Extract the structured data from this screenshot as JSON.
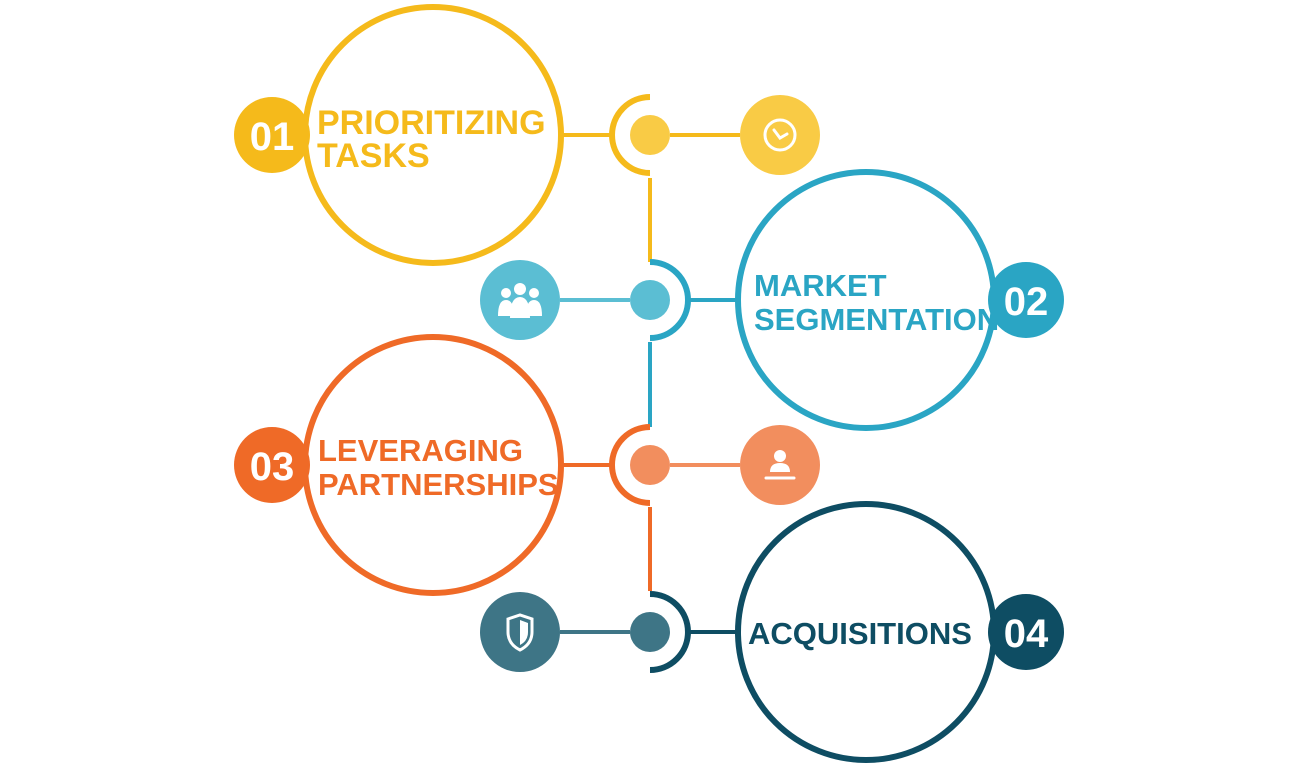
{
  "colors": {
    "yellow": "#F5BA1B",
    "yellow_light": "#F9CB45",
    "teal": "#2AA5C4",
    "teal_light": "#5BBED3",
    "orange": "#EF6A27",
    "orange_light": "#F28E5E",
    "navy": "#0E4D63",
    "navy_light": "#3E7586"
  },
  "items": [
    {
      "number": "01",
      "title_line1": "PRIORITIZING",
      "title_line2": "TASKS",
      "icon": "clock-icon",
      "color": "#F5BA1B"
    },
    {
      "number": "02",
      "title_line1": "MARKET",
      "title_line2": "SEGMENTATION",
      "icon": "people-group-icon",
      "color": "#2AA5C4"
    },
    {
      "number": "03",
      "title_line1": "LEVERAGING",
      "title_line2": "PARTNERSHIPS",
      "icon": "person-laptop-icon",
      "color": "#EF6A27"
    },
    {
      "number": "04",
      "title_line1": "ACQUISITIONS",
      "title_line2": "",
      "icon": "shield-icon",
      "color": "#0E4D63"
    }
  ]
}
